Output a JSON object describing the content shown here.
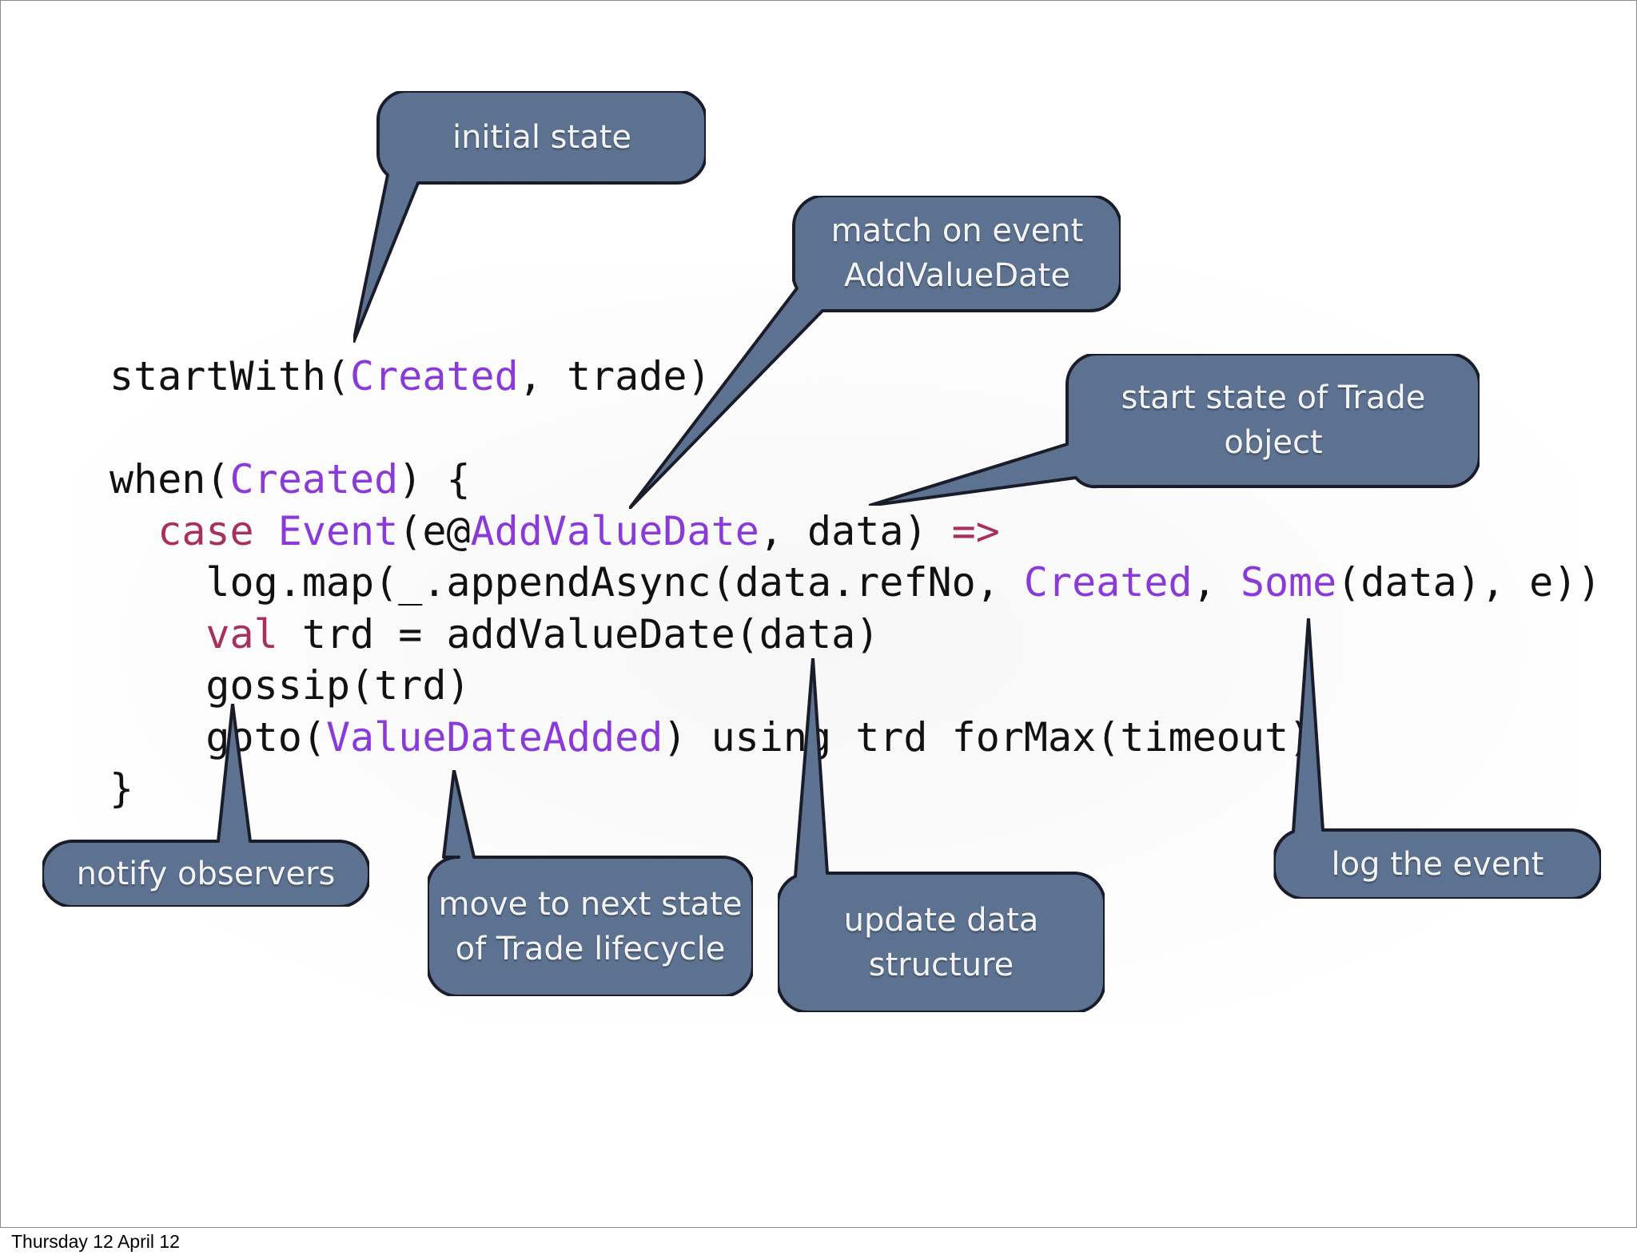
{
  "slide": {
    "code_lines": [
      [
        {
          "t": "startWith(",
          "c": "plain"
        },
        {
          "t": "Created",
          "c": "type"
        },
        {
          "t": ", trade)",
          "c": "plain"
        }
      ],
      [],
      [
        {
          "t": "when(",
          "c": "plain"
        },
        {
          "t": "Created",
          "c": "type"
        },
        {
          "t": ") {",
          "c": "plain"
        }
      ],
      [
        {
          "t": "  ",
          "c": "plain"
        },
        {
          "t": "case",
          "c": "keyword"
        },
        {
          "t": " ",
          "c": "plain"
        },
        {
          "t": "Event",
          "c": "type"
        },
        {
          "t": "(e@",
          "c": "plain"
        },
        {
          "t": "AddValueDate",
          "c": "type"
        },
        {
          "t": ", data) ",
          "c": "plain"
        },
        {
          "t": "=>",
          "c": "keyword"
        }
      ],
      [
        {
          "t": "    log.map(_.appendAsync(data.refNo, ",
          "c": "plain"
        },
        {
          "t": "Created",
          "c": "type"
        },
        {
          "t": ", ",
          "c": "plain"
        },
        {
          "t": "Some",
          "c": "type"
        },
        {
          "t": "(data), e))",
          "c": "plain"
        }
      ],
      [
        {
          "t": "    ",
          "c": "plain"
        },
        {
          "t": "val",
          "c": "keyword"
        },
        {
          "t": " trd = addValueDate(data)",
          "c": "plain"
        }
      ],
      [
        {
          "t": "    gossip(trd)",
          "c": "plain"
        }
      ],
      [
        {
          "t": "    goto(",
          "c": "plain"
        },
        {
          "t": "ValueDateAdded",
          "c": "type"
        },
        {
          "t": ") using trd forMax(timeout)",
          "c": "plain"
        }
      ],
      [
        {
          "t": "}",
          "c": "plain"
        }
      ]
    ],
    "callouts": {
      "initial_state": "initial state",
      "match_on_event": "match on event\nAddValueDate",
      "start_state": "start state of Trade\nobject",
      "notify_observers": "notify observers",
      "move_to_next_state": "move to next state\nof Trade lifecycle",
      "update_data_structure": "update data\nstructure",
      "log_the_event": "log the event"
    },
    "colors": {
      "callout_fill": "#5f7594",
      "callout_border": "#1a1f2a",
      "code_keyword": "#a8305e",
      "code_type": "#8a3ad8",
      "code_plain": "#111111"
    }
  },
  "footer": {
    "date": "Thursday 12 April 12"
  }
}
